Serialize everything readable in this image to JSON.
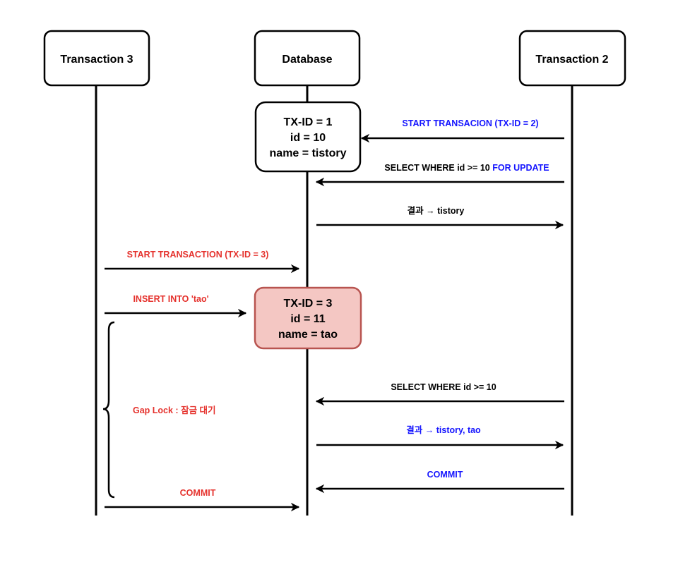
{
  "colors": {
    "line": "#000000",
    "blue": "#1515ff",
    "red": "#e5322d",
    "black": "#000000",
    "new_row_fill": "#f4c7c3",
    "new_row_stroke": "#b85450"
  },
  "participants": {
    "t3": "Transaction 3",
    "db": "Database",
    "t2": "Transaction 2"
  },
  "row_existing": {
    "line1": "TX-ID = 1",
    "line2": "id = 10",
    "line3": "name = tistory"
  },
  "row_new": {
    "line1": "TX-ID = 3",
    "line2": "id = 11",
    "line3": "name = tao"
  },
  "messages": {
    "m1": "START TRANSACION (TX-ID = 2)",
    "m2_main": "SELECT WHERE id >= 10 ",
    "m2_highlight": "FOR UPDATE",
    "m3": "결과 → tistory",
    "m4": "START TRANSACTION (TX-ID = 3)",
    "m5": "INSERT INTO 'tao'",
    "m6": "SELECT WHERE id >= 10",
    "m7": "결과 → tistory, tao",
    "m8": "COMMIT",
    "m9": "COMMIT"
  },
  "gap_lock": "Gap Lock : 잠금 대기"
}
